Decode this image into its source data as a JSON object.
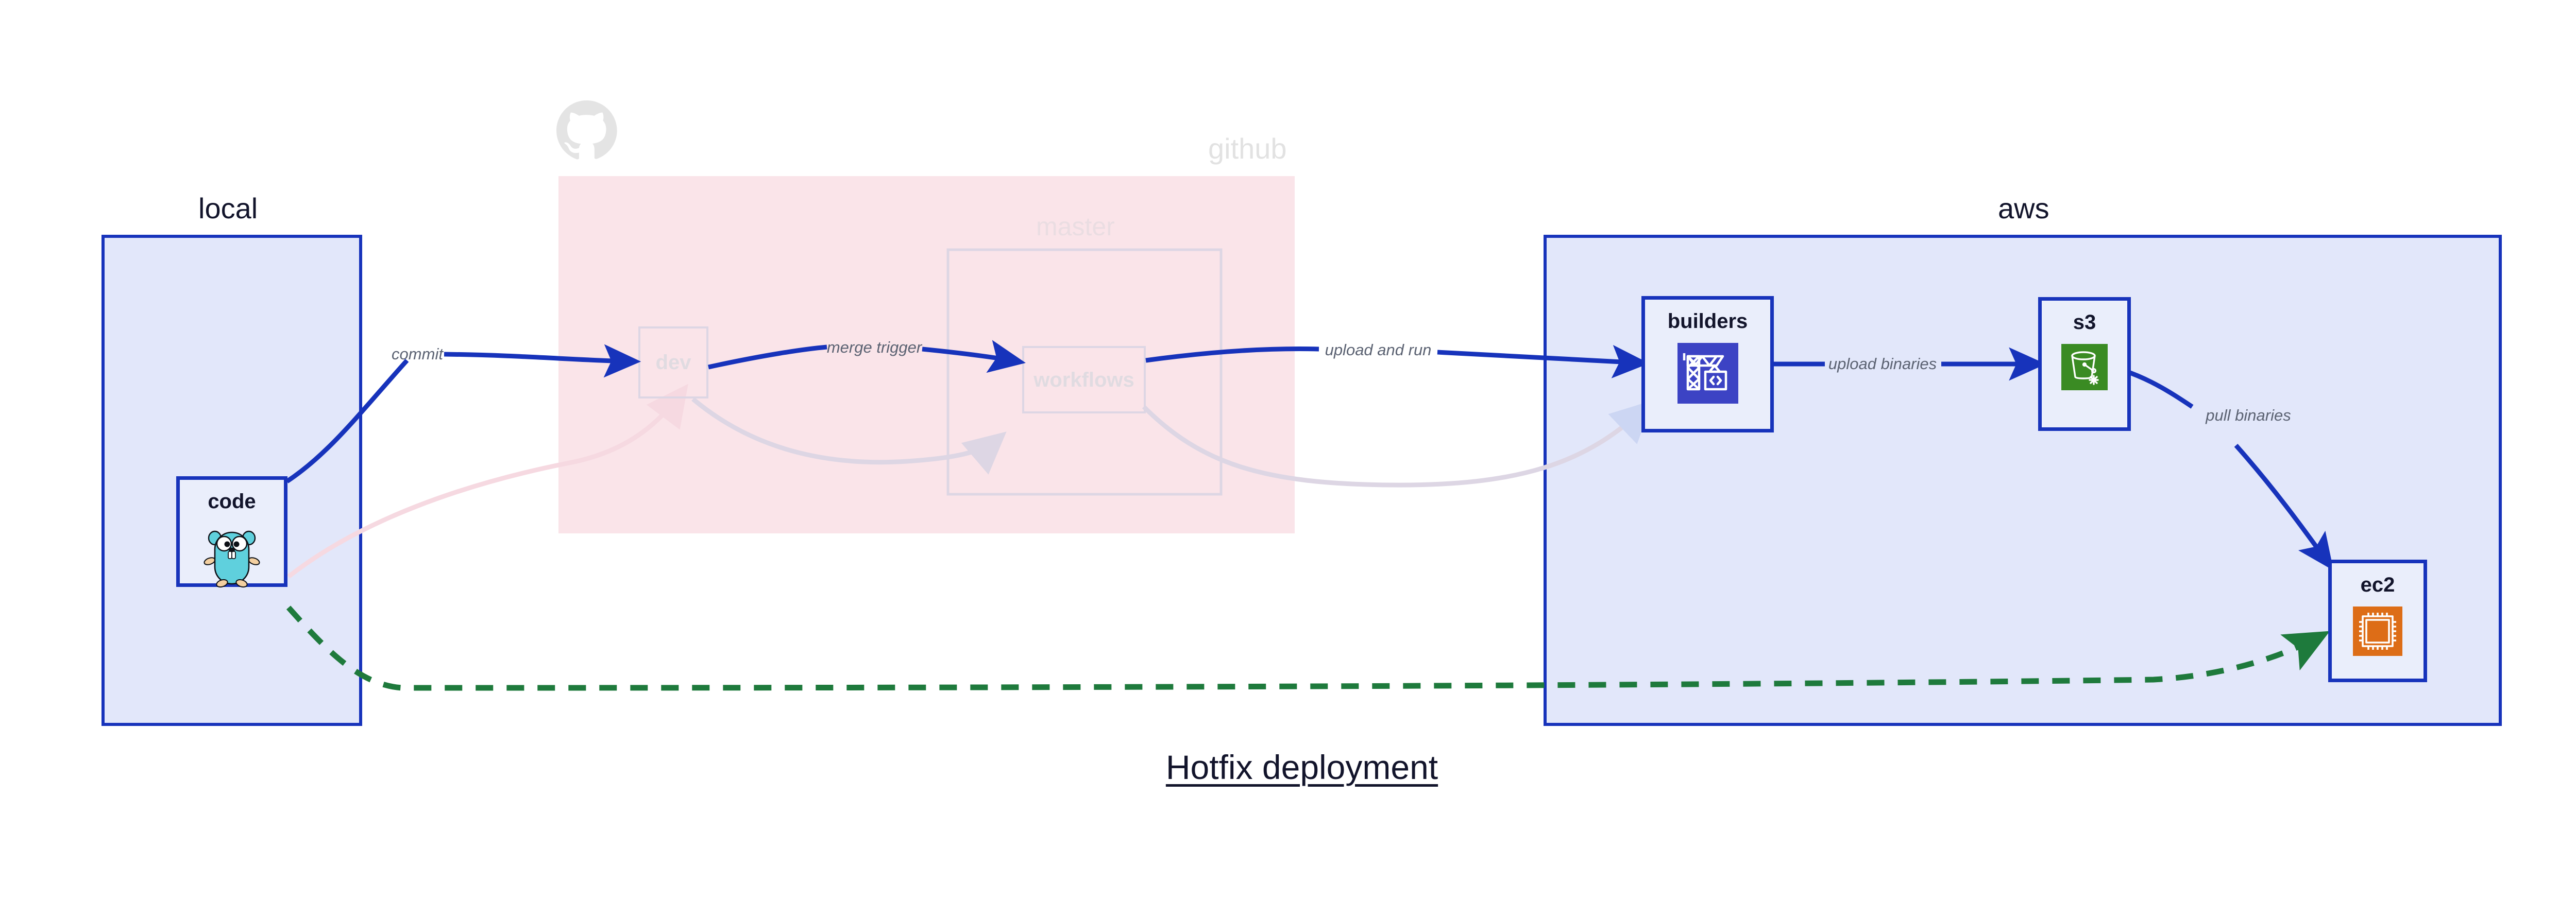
{
  "title": "Hotfix deployment",
  "colors": {
    "node_border": "#1733bb",
    "node_fill": "#eaeefb",
    "edge": "#1733bb",
    "edge_dashed": "#1e7a3c",
    "cluster_local_fill": "#e2e7fa",
    "cluster_github_fill": "#fae4e9",
    "cluster_aws_fill": "#e2e7fa",
    "ghost_gray": "#e2e2e2",
    "ghost_lavender": "#ddd6e4",
    "label_text": "#5b6272",
    "title_text": "#12142b",
    "builders_icon_bg": "#3c43c4",
    "s3_icon_bg": "#3a8b23",
    "ec2_icon_bg": "#dd6d17",
    "gopher_body": "#5fd0dd"
  },
  "clusters": [
    {
      "id": "local",
      "label": "local",
      "faded": false
    },
    {
      "id": "github",
      "label": "github",
      "faded": true
    },
    {
      "id": "master",
      "label": "master",
      "faded": true
    },
    {
      "id": "aws",
      "label": "aws",
      "faded": false
    }
  ],
  "nodes": [
    {
      "id": "code",
      "label": "code",
      "icon": "go-gopher-icon",
      "faded": false
    },
    {
      "id": "dev",
      "label": "dev",
      "icon": "none",
      "faded": true
    },
    {
      "id": "workflows",
      "label": "workflows",
      "icon": "none",
      "faded": true
    },
    {
      "id": "builders",
      "label": "builders",
      "icon": "aws-codebuild-icon",
      "faded": false
    },
    {
      "id": "s3",
      "label": "s3",
      "icon": "aws-s3-icon",
      "faded": false
    },
    {
      "id": "ec2",
      "label": "ec2",
      "icon": "aws-ec2-icon",
      "faded": false
    }
  ],
  "edges": [
    {
      "id": "commit",
      "label": "commit",
      "from": "code",
      "to": "dev",
      "style": "solid",
      "faded": false
    },
    {
      "id": "merge-trigger",
      "label": "merge trigger",
      "from": "dev",
      "to": "workflows",
      "style": "solid",
      "faded": false
    },
    {
      "id": "upload-and-run",
      "label": "upload and run",
      "from": "workflows",
      "to": "builders",
      "style": "solid",
      "faded": false
    },
    {
      "id": "upload-binaries",
      "label": "upload binaries",
      "from": "builders",
      "to": "s3",
      "style": "solid",
      "faded": false
    },
    {
      "id": "pull-binaries",
      "label": "pull binaries",
      "from": "s3",
      "to": "ec2",
      "style": "solid",
      "faded": false
    },
    {
      "id": "hotfix-direct",
      "label": "",
      "from": "code",
      "to": "ec2",
      "style": "dashed",
      "faded": false
    },
    {
      "id": "ghost-code-dev",
      "label": "",
      "from": "code",
      "to": "dev",
      "style": "solid",
      "faded": true
    },
    {
      "id": "ghost-dev-wf",
      "label": "",
      "from": "dev",
      "to": "workflows",
      "style": "solid",
      "faded": true
    },
    {
      "id": "ghost-wf-build",
      "label": "",
      "from": "workflows",
      "to": "builders",
      "style": "solid",
      "faded": true
    }
  ],
  "icons": {
    "go_gopher": "go-gopher-icon",
    "github_octocat": "github-octocat-icon",
    "aws_codebuild": "aws-codebuild-icon",
    "aws_s3": "aws-s3-icon",
    "aws_ec2": "aws-ec2-icon"
  }
}
